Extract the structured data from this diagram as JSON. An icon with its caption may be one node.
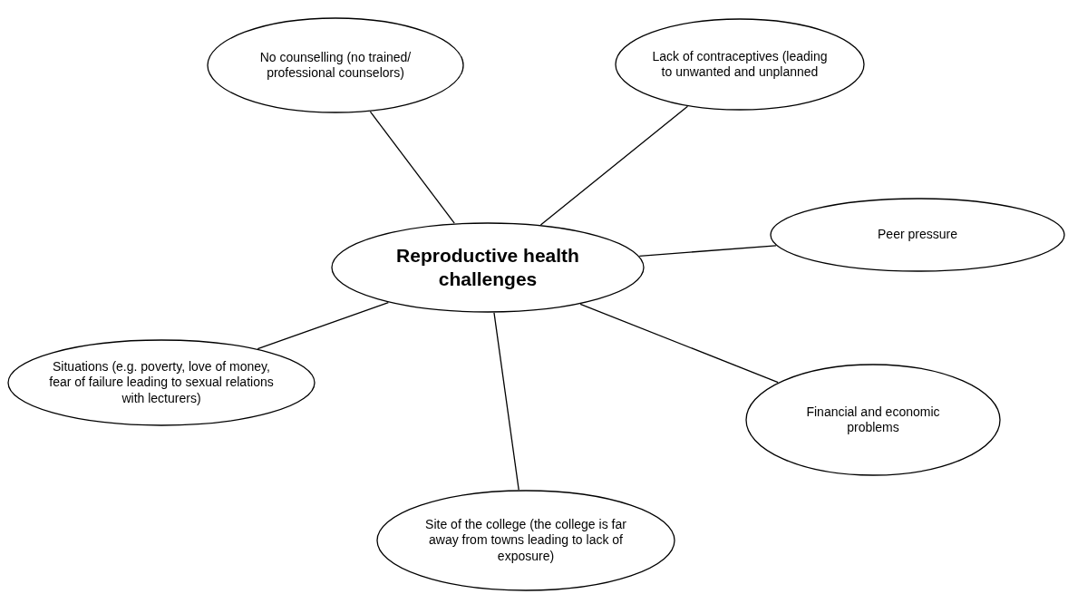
{
  "diagram": {
    "nodes": [
      {
        "text": [
          "No counselling (no trained/ professional counselors)"
        ]
      },
      {
        "text": [
          "Lack of contraceptives (leading to unwanted and unplanned"
        ]
      },
      {
        "text": [
          "Peer pressure"
        ]
      },
      {
        "text": [
          "Reproductive health challenges"
        ]
      },
      {
        "text": [
          "Situations (e.g. poverty, love of money, fear of failure leading to sexual relations with lecturers)"
        ]
      },
      {
        "text": [
          "Financial and economic problems"
        ]
      },
      {
        "text": [
          "Site of the college (the college is far away from towns leading to lack of exposure)"
        ]
      }
    ],
    "edges": [
      {
        "from": 3,
        "to": 0,
        "arrow": "none"
      },
      {
        "from": 3,
        "to": 1,
        "arrow": "none"
      },
      {
        "from": 3,
        "to": 2,
        "arrow": "none"
      },
      {
        "from": 3,
        "to": 4,
        "arrow": "none"
      },
      {
        "from": 3,
        "to": 5,
        "arrow": "none"
      },
      {
        "from": 3,
        "to": 6,
        "arrow": "none"
      }
    ]
  }
}
